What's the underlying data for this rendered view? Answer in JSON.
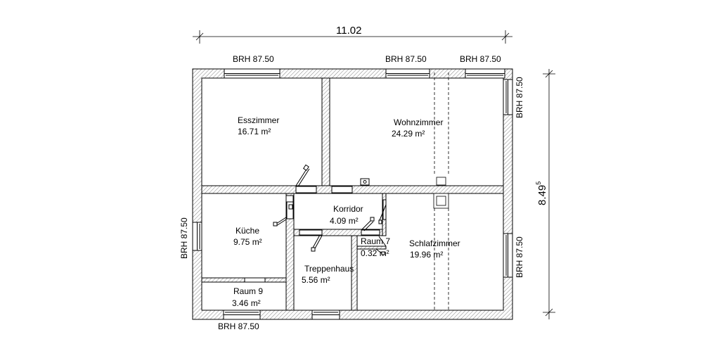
{
  "plan": {
    "dimensions": {
      "width": "11.02",
      "height_main": "8.49",
      "height_sup": "5"
    },
    "rooms": [
      {
        "name": "Esszimmer",
        "area": "16.71 m²"
      },
      {
        "name": "Wohnzimmer",
        "area": "24.29 m²"
      },
      {
        "name": "Korridor",
        "area": "4.09 m²"
      },
      {
        "name": "Küche",
        "area": "9.75 m²"
      },
      {
        "name": "Raum 7",
        "area": "0.32 m²"
      },
      {
        "name": "Schlafzimmer",
        "area": "19.96 m²"
      },
      {
        "name": "Treppenhaus",
        "area": "5.56 m²"
      },
      {
        "name": "Raum 9",
        "area": "3.46 m²"
      }
    ],
    "window_labels": [
      "BRH 87.50",
      "BRH 87.50",
      "BRH 87.50",
      "BRH 87.50",
      "BRH 87.50",
      "BRH 87.50",
      "BRH 87.50"
    ],
    "colors": {
      "line": "#000000",
      "hatch": "#8a8a8a",
      "wall_fill": "#ffffff"
    }
  }
}
